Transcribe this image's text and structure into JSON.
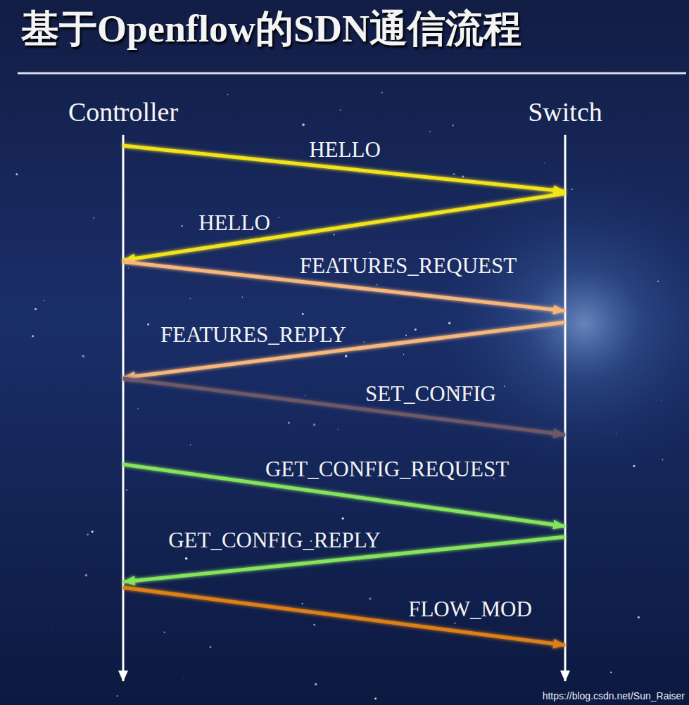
{
  "diagram": {
    "title": "基于Openflow的SDN通信流程",
    "nodes": [
      {
        "text": [
          "Controller"
        ]
      },
      {
        "text": [
          "Switch"
        ]
      }
    ],
    "edges": [
      {
        "from": 0,
        "to": 1,
        "label": "HELLO",
        "arrow": "to"
      },
      {
        "from": 1,
        "to": 0,
        "label": "HELLO",
        "arrow": "to"
      },
      {
        "from": 0,
        "to": 1,
        "label": "FEATURES_REQUEST",
        "arrow": "to"
      },
      {
        "from": 1,
        "to": 0,
        "label": "FEATURES_REPLY",
        "arrow": "to"
      },
      {
        "from": 0,
        "to": 1,
        "label": "SET_CONFIG",
        "arrow": "to"
      },
      {
        "from": 0,
        "to": 1,
        "label": "GET_CONFIG_REQUEST",
        "arrow": "to"
      },
      {
        "from": 1,
        "to": 0,
        "label": "GET_CONFIG_REPLY",
        "arrow": "to"
      },
      {
        "from": 0,
        "to": 1,
        "label": "FLOW_MOD",
        "arrow": "to"
      }
    ],
    "labels": [
      "https://blog.csdn.net/Sun_Raiser"
    ]
  }
}
